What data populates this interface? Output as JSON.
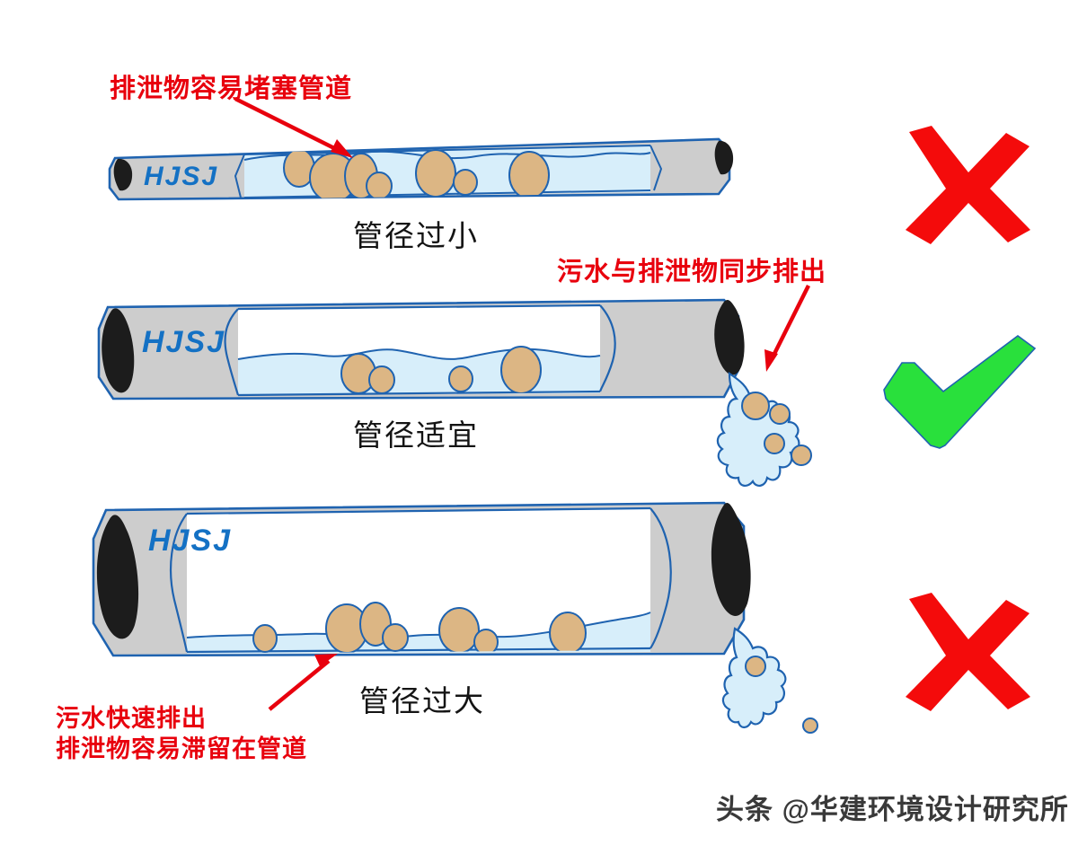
{
  "diagram": {
    "title_annotation_top": "排泄物容易堵塞管道",
    "annotation_middle": "污水与排泄物同步排出",
    "annotation_bottom_line1": "污水快速排出",
    "annotation_bottom_line2": "排泄物容易滞留在管道",
    "caption_pipe_1": "管径过小",
    "caption_pipe_2": "管径适宜",
    "caption_pipe_3": "管径过大",
    "brand_logo": "HJSJ",
    "watermark": "头条 @华建环境设计研究所",
    "verdicts": {
      "pipe_1": "cross-mark",
      "pipe_2": "check-mark",
      "pipe_3": "cross-mark"
    },
    "colors": {
      "annotation_red": "#e8000d",
      "cross_red": "#f40b0b",
      "check_green": "#29e03c",
      "pipe_outline_blue": "#1f63b0",
      "pipe_body_gray": "#cdcdcd",
      "water_blue": "#d7eefa",
      "solid_tan": "#dcb684",
      "pipe_opening_black": "#1c1c1c",
      "logo_blue": "#1471c4"
    }
  }
}
